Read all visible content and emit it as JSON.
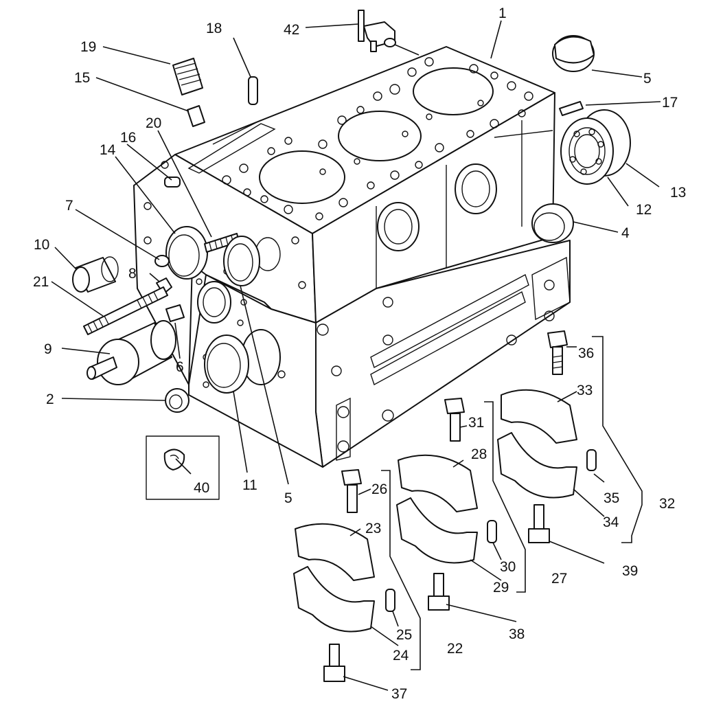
{
  "diagram": {
    "callouts": [
      {
        "id": "c1",
        "text": "1"
      },
      {
        "id": "c2",
        "text": "2"
      },
      {
        "id": "c4",
        "text": "4"
      },
      {
        "id": "c5a",
        "text": "5"
      },
      {
        "id": "c5b",
        "text": "5"
      },
      {
        "id": "c6",
        "text": "6"
      },
      {
        "id": "c7",
        "text": "7"
      },
      {
        "id": "c8",
        "text": "8"
      },
      {
        "id": "c9",
        "text": "9"
      },
      {
        "id": "c10",
        "text": "10"
      },
      {
        "id": "c11",
        "text": "11"
      },
      {
        "id": "c12",
        "text": "12"
      },
      {
        "id": "c13",
        "text": "13"
      },
      {
        "id": "c14",
        "text": "14"
      },
      {
        "id": "c15",
        "text": "15"
      },
      {
        "id": "c16",
        "text": "16"
      },
      {
        "id": "c17",
        "text": "17"
      },
      {
        "id": "c18",
        "text": "18"
      },
      {
        "id": "c19",
        "text": "19"
      },
      {
        "id": "c20",
        "text": "20"
      },
      {
        "id": "c21",
        "text": "21"
      },
      {
        "id": "c22",
        "text": "22"
      },
      {
        "id": "c23",
        "text": "23"
      },
      {
        "id": "c24",
        "text": "24"
      },
      {
        "id": "c25",
        "text": "25"
      },
      {
        "id": "c26",
        "text": "26"
      },
      {
        "id": "c27",
        "text": "27"
      },
      {
        "id": "c28",
        "text": "28"
      },
      {
        "id": "c29",
        "text": "29"
      },
      {
        "id": "c30",
        "text": "30"
      },
      {
        "id": "c31",
        "text": "31"
      },
      {
        "id": "c32",
        "text": "32"
      },
      {
        "id": "c33",
        "text": "33"
      },
      {
        "id": "c34",
        "text": "34"
      },
      {
        "id": "c35",
        "text": "35"
      },
      {
        "id": "c36",
        "text": "36"
      },
      {
        "id": "c37",
        "text": "37"
      },
      {
        "id": "c38",
        "text": "38"
      },
      {
        "id": "c39",
        "text": "39"
      },
      {
        "id": "c40",
        "text": "40"
      },
      {
        "id": "c42",
        "text": "42"
      }
    ]
  }
}
